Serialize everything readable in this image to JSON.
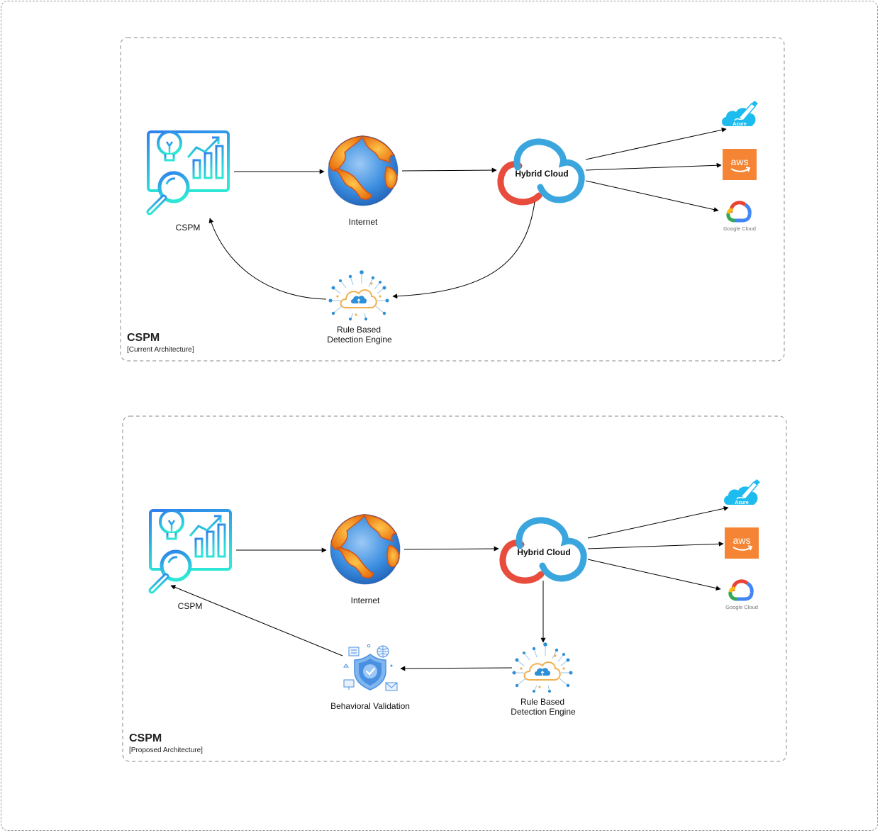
{
  "panels": [
    {
      "title": "CSPM",
      "subtitle": "[Current Architecture]",
      "nodes": {
        "cspm": "CSPM",
        "internet": "Internet",
        "hybrid_cloud": "Hybrid Cloud",
        "rule_engine_line1": "Rule Based",
        "rule_engine_line2": "Detection Engine"
      },
      "providers": {
        "azure": "Azure",
        "aws": "aws",
        "google": "Google Cloud"
      }
    },
    {
      "title": "CSPM",
      "subtitle": "[Proposed Architecture]",
      "nodes": {
        "cspm": "CSPM",
        "internet": "Internet",
        "hybrid_cloud": "Hybrid Cloud",
        "rule_engine_line1": "Rule Based",
        "rule_engine_line2": "Detection Engine",
        "behavioral_validation": "Behavioral Validation"
      },
      "providers": {
        "azure": "Azure",
        "aws": "aws",
        "google": "Google Cloud"
      }
    }
  ],
  "colors": {
    "cspm_gradient_start": "#2f80ed",
    "cspm_gradient_end": "#2ee6d6",
    "cloud_red": "#e74c3c",
    "cloud_blue": "#3aa6dd",
    "aws_orange": "#f58534",
    "azure_blue": "#1ebbee",
    "engine_blue": "#2d8fd5",
    "shield_blue": "#4a90e2"
  }
}
